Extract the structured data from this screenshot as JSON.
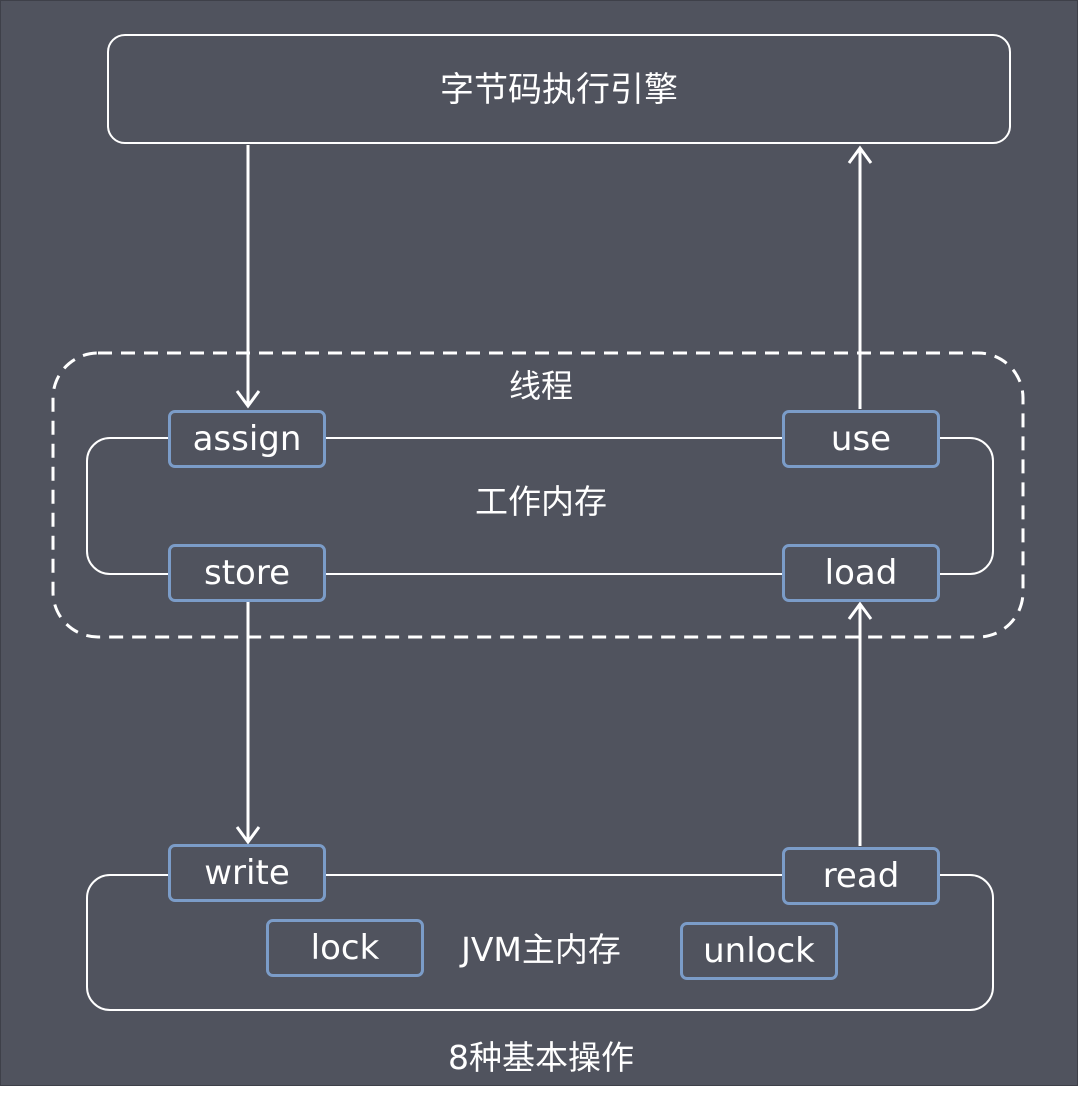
{
  "engine": {
    "title": "字节码执行引擎"
  },
  "thread": {
    "title": "线程"
  },
  "working_memory": {
    "title": "工作内存"
  },
  "main_memory": {
    "title": "JVM主内存"
  },
  "operations": {
    "assign": "assign",
    "use": "use",
    "store": "store",
    "load": "load",
    "write": "write",
    "read": "read",
    "lock": "lock",
    "unlock": "unlock"
  },
  "caption": "8种基本操作",
  "colors": {
    "background": "#50535e",
    "line": "#ffffff",
    "operation_border": "#7b9cc8"
  }
}
